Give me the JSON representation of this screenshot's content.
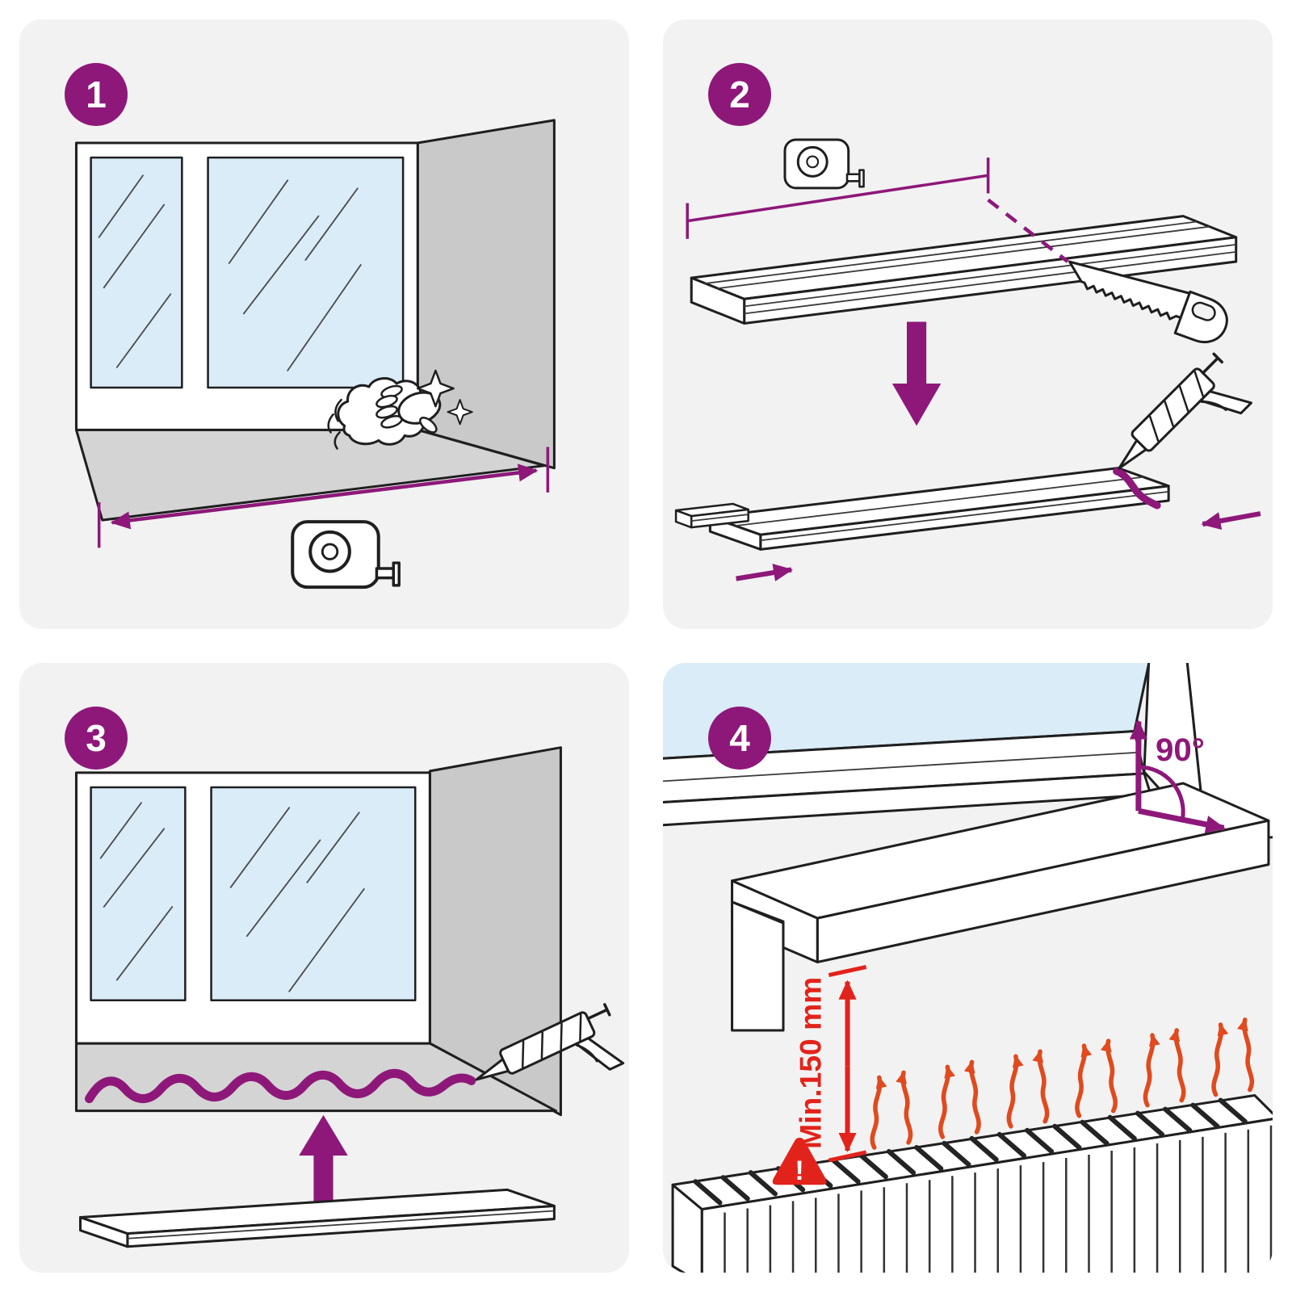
{
  "steps": [
    {
      "number": "1"
    },
    {
      "number": "2"
    },
    {
      "number": "3"
    },
    {
      "number": "4"
    }
  ],
  "labels": {
    "angle": "90°",
    "min_clearance": "Min.150 mm",
    "warning_mark": "!"
  },
  "colors": {
    "accent": "#8e1879",
    "red": "#e2231b",
    "heat": "#e04a1e",
    "glass": "#d9ecf8",
    "wall": "#c9c9c9",
    "sill": "#d4d4d4",
    "outline": "#1f1f1f",
    "panel": "#f2f2f2",
    "page": "#ffffff"
  },
  "icons": {
    "step_1": [
      "wiping-hand-icon",
      "sparkle-icon",
      "tape-measure-icon",
      "width-measure-arrow"
    ],
    "step_2": [
      "tape-measure-icon",
      "length-measure-line",
      "cut-dashed-line",
      "hand-saw-icon",
      "down-arrow",
      "caulk-gun-icon",
      "adhesive-bead",
      "end-cap-profile",
      "slide-arrows"
    ],
    "step_3": [
      "adhesive-bead",
      "caulk-gun-icon",
      "up-arrow",
      "windowsill-board"
    ],
    "step_4": [
      "right-angle-arrows",
      "clearance-double-arrow",
      "warning-triangle-icon",
      "radiator",
      "heat-flow-arrows"
    ]
  }
}
